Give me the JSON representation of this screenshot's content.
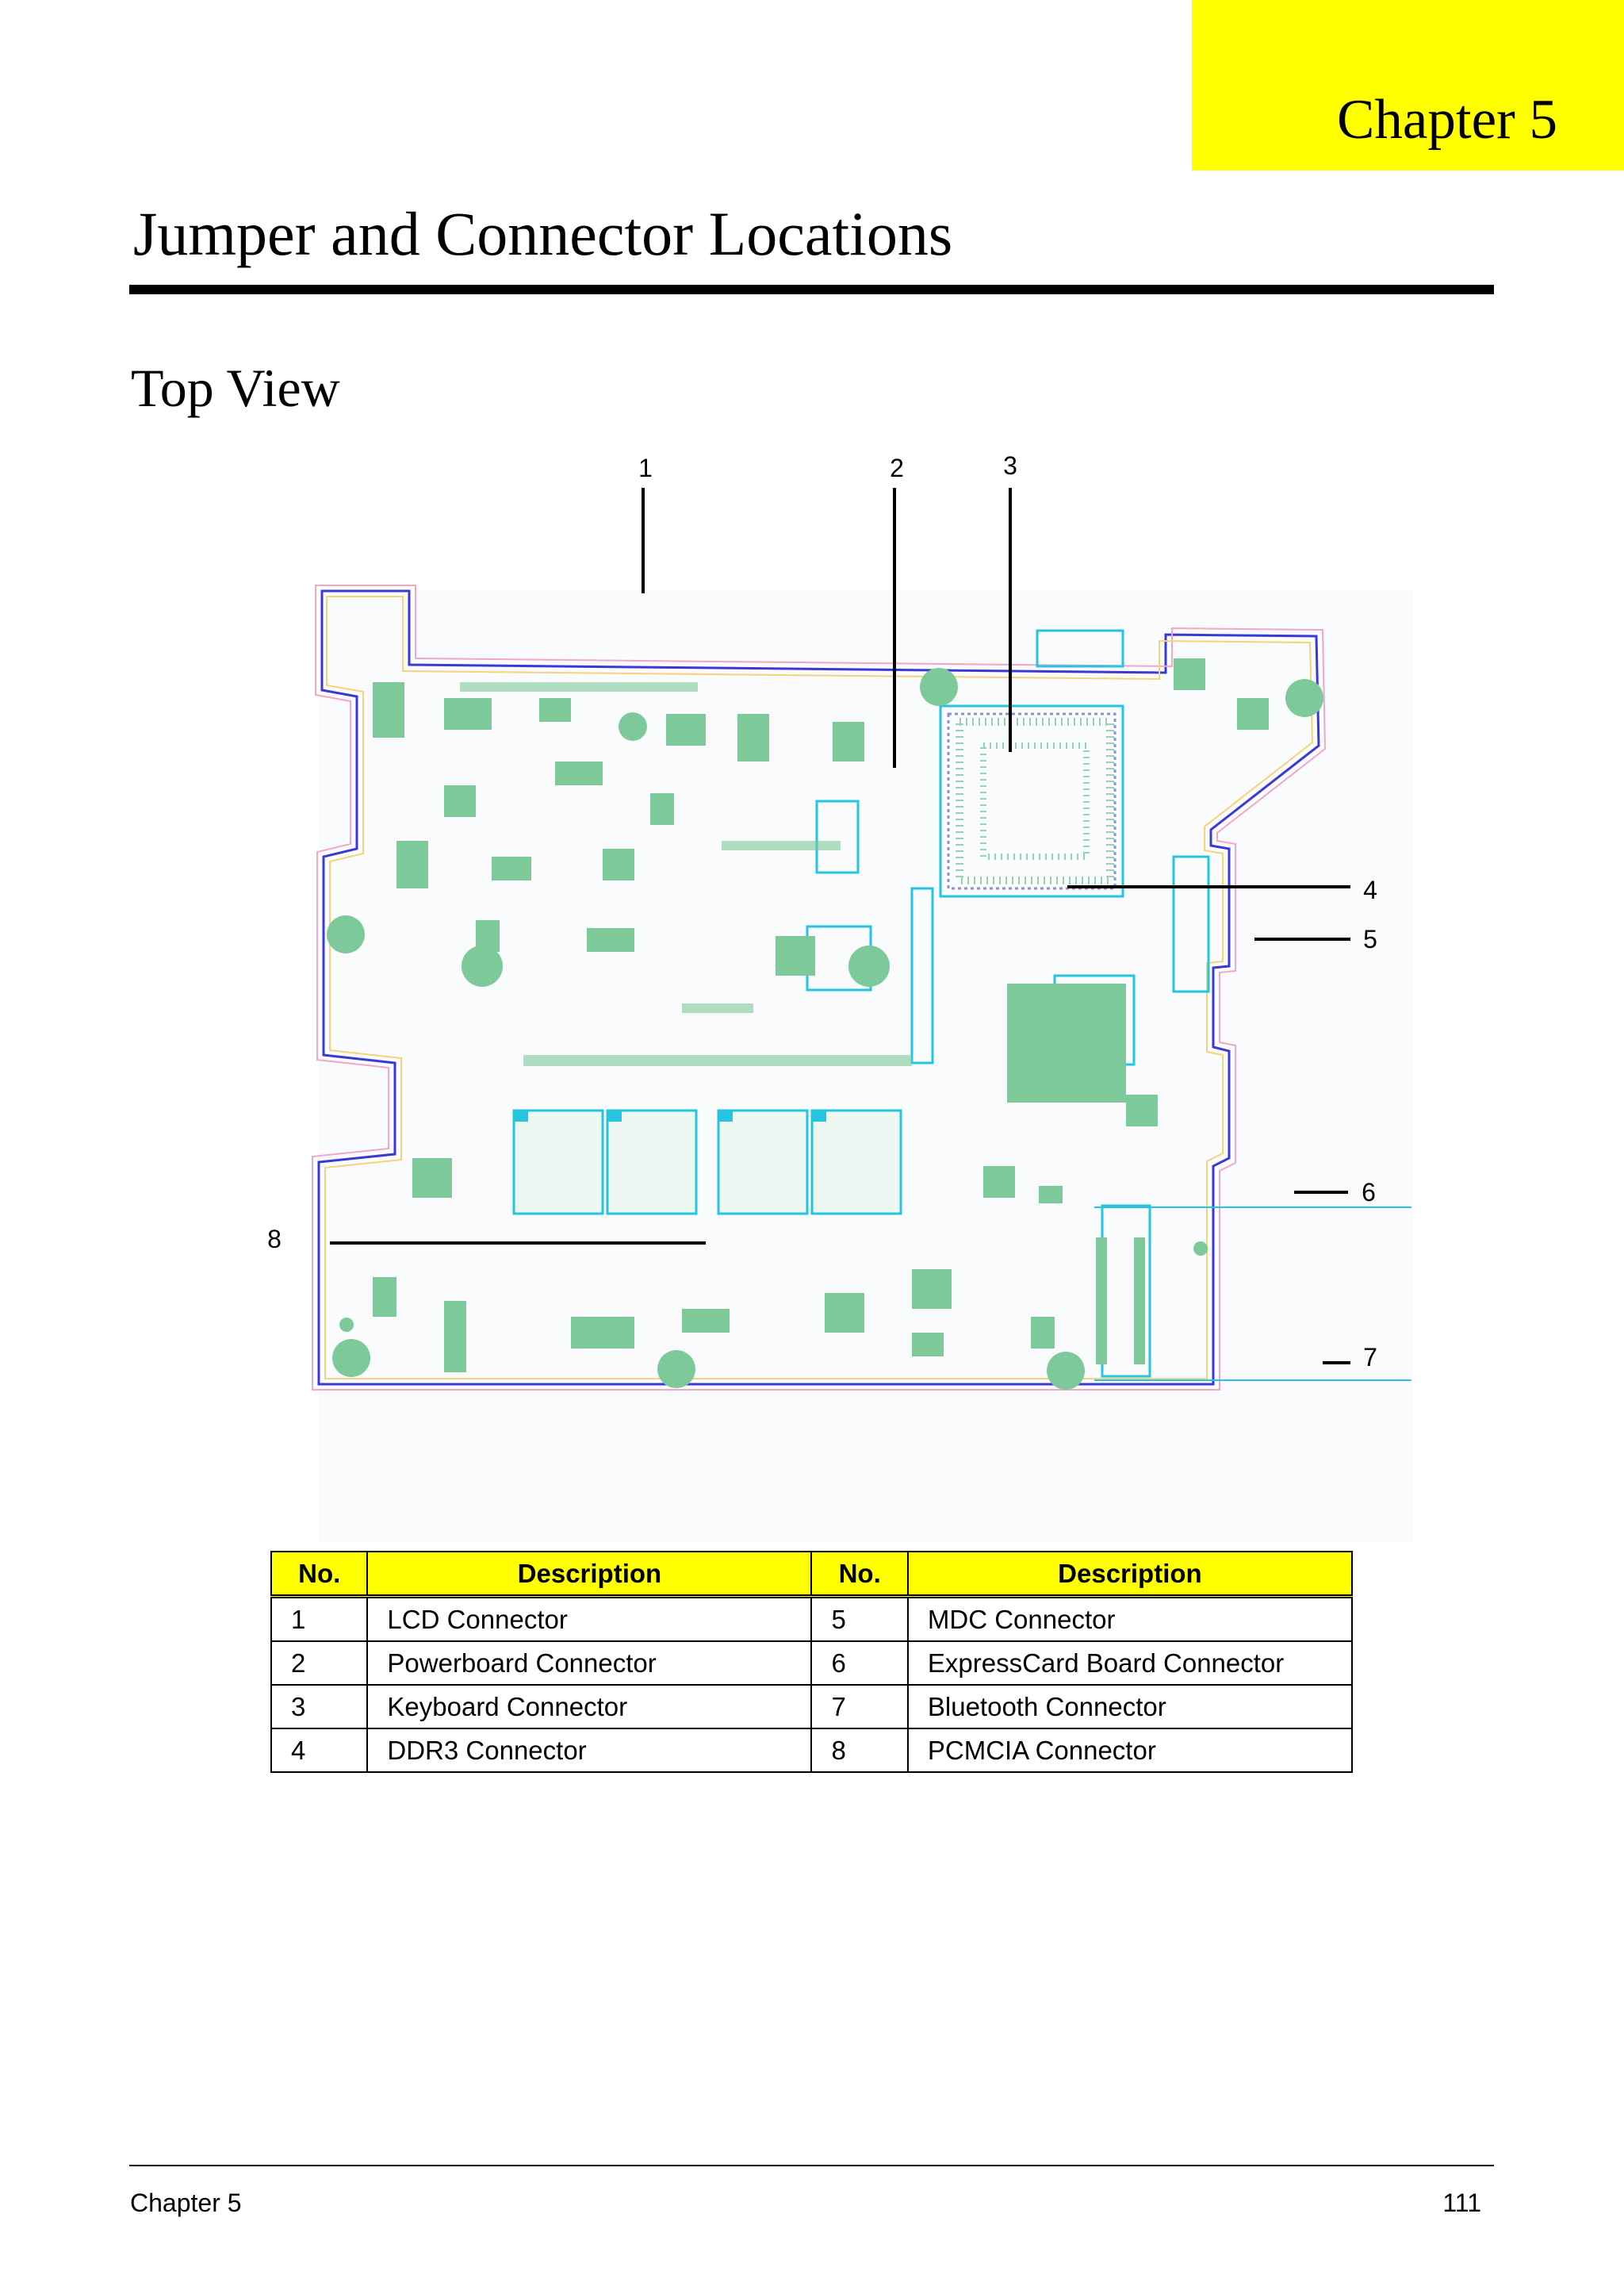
{
  "header": {
    "chapter_tab": "Chapter 5",
    "title": "Jumper and Connector Locations",
    "tab_color": "#ffff00"
  },
  "section": {
    "title": "Top View"
  },
  "diagram": {
    "callouts": [
      "1",
      "2",
      "3",
      "4",
      "5",
      "6",
      "7",
      "8"
    ],
    "board_color": "#7ec99a",
    "trace_color": "#25c4e0"
  },
  "legend": {
    "headers": [
      "No.",
      "Description",
      "No.",
      "Description"
    ],
    "rows": [
      {
        "no_a": "1",
        "desc_a": "LCD Connector",
        "no_b": "5",
        "desc_b": "MDC Connector"
      },
      {
        "no_a": "2",
        "desc_a": "Powerboard Connector",
        "no_b": "6",
        "desc_b": "ExpressCard Board Connector"
      },
      {
        "no_a": "3",
        "desc_a": "Keyboard Connector",
        "no_b": "7",
        "desc_b": "Bluetooth Connector"
      },
      {
        "no_a": "4",
        "desc_a": "DDR3 Connector",
        "no_b": "8",
        "desc_b": "PCMCIA Connector"
      }
    ]
  },
  "footer": {
    "left": "Chapter 5",
    "page_number": "111"
  }
}
